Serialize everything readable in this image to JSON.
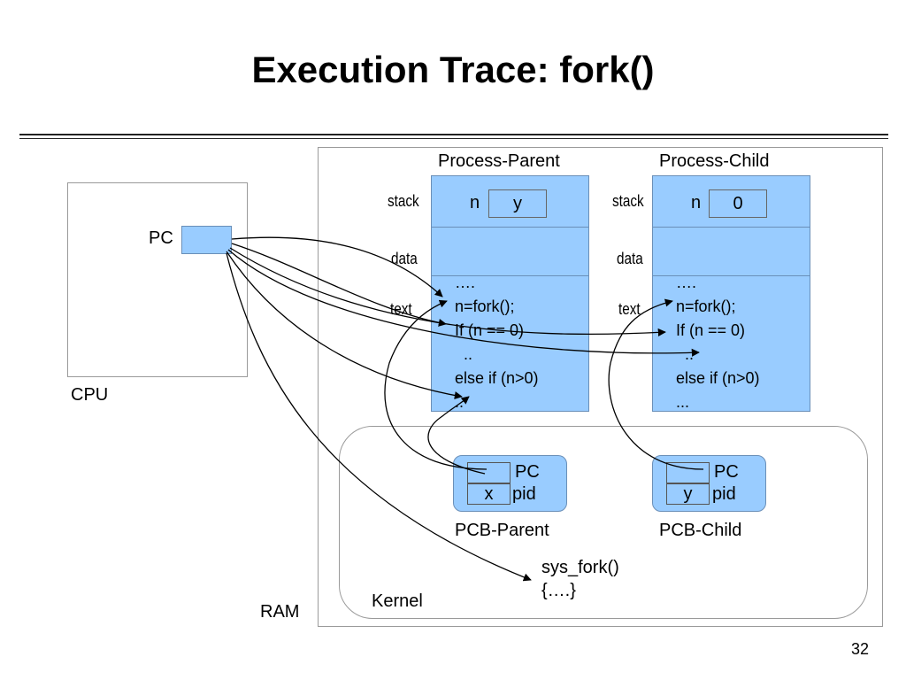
{
  "slide": {
    "title": "Execution Trace: fork()",
    "page_number": "32"
  },
  "cpu": {
    "label": "CPU",
    "pc_label": "PC"
  },
  "ram": {
    "label": "RAM"
  },
  "parent": {
    "header": "Process-Parent",
    "stack_label": "stack",
    "data_label": "data",
    "text_label": "text",
    "var_name": "n",
    "var_value": "y",
    "code": [
      "….",
      "n=fork();",
      "If (n == 0)",
      "  ..",
      "else if (n>0)",
      ".."
    ]
  },
  "child": {
    "header": "Process-Child",
    "stack_label": "stack",
    "data_label": "data",
    "text_label": "text",
    "var_name": "n",
    "var_value": "0",
    "code": [
      "….",
      "n=fork();",
      "If (n == 0)",
      "  ..",
      "else if (n>0)",
      "..."
    ]
  },
  "kernel": {
    "label": "Kernel",
    "pcb_parent": {
      "caption": "PCB-Parent",
      "pc_label": "PC",
      "pid_label": "pid",
      "pid_value": "x"
    },
    "pcb_child": {
      "caption": "PCB-Child",
      "pc_label": "PC",
      "pid_label": "pid",
      "pid_value": "y"
    },
    "sys_fork_line1": "sys_fork()",
    "sys_fork_line2": "{….}"
  },
  "colors": {
    "memory_fill": "#99ccff",
    "line": "#000000"
  }
}
